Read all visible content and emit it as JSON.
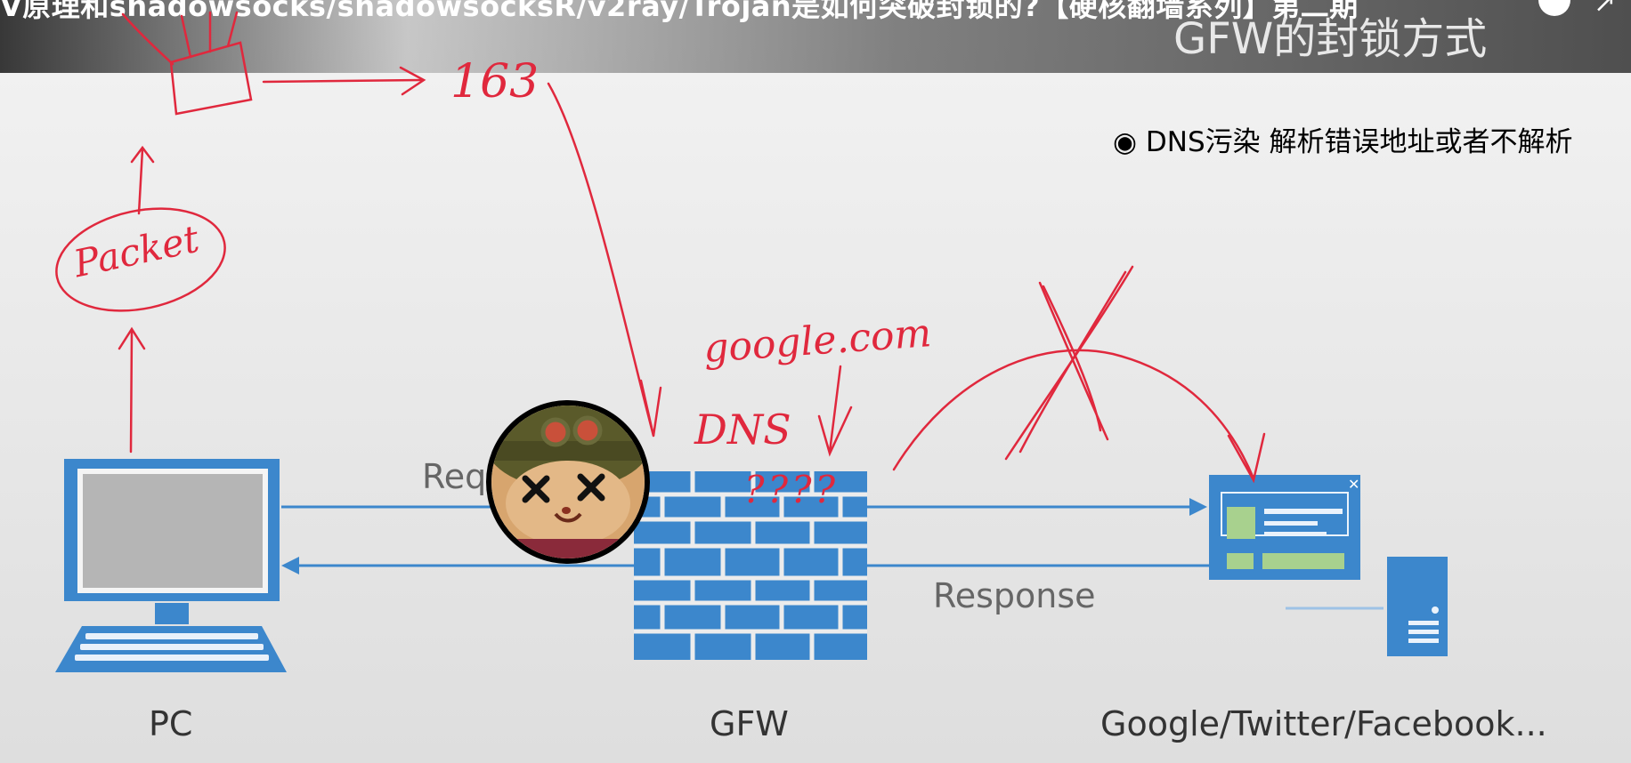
{
  "header": {
    "cut_title": "V原理和shadowsocks/shadowsocksR/v2ray/Trojan是如何突破封锁的?【硬核翻墙系列】第二期",
    "slide_title": "GFW的封锁方式"
  },
  "bullet": {
    "symbol": "◉",
    "text": "DNS污染 解析错误地址或者不解析"
  },
  "diagram": {
    "pc_label": "PC",
    "gfw_label": "GFW",
    "sites_label": "Google/Twitter/Facebook...",
    "request_label": "Req",
    "response_label": "Response"
  },
  "annotations": {
    "packet": "Packet",
    "ip": "163",
    "domain": "google.com",
    "dns": "DNS",
    "unknown": "????"
  },
  "colors": {
    "diagram_blue": "#3c87cc",
    "annotation_red": "#e0283d"
  },
  "icons": {
    "pc": "desktop-computer-icon",
    "gfw": "brick-wall-icon",
    "sites": "web-window-and-server-icon",
    "avatar": "teemo-avatar-icon"
  }
}
